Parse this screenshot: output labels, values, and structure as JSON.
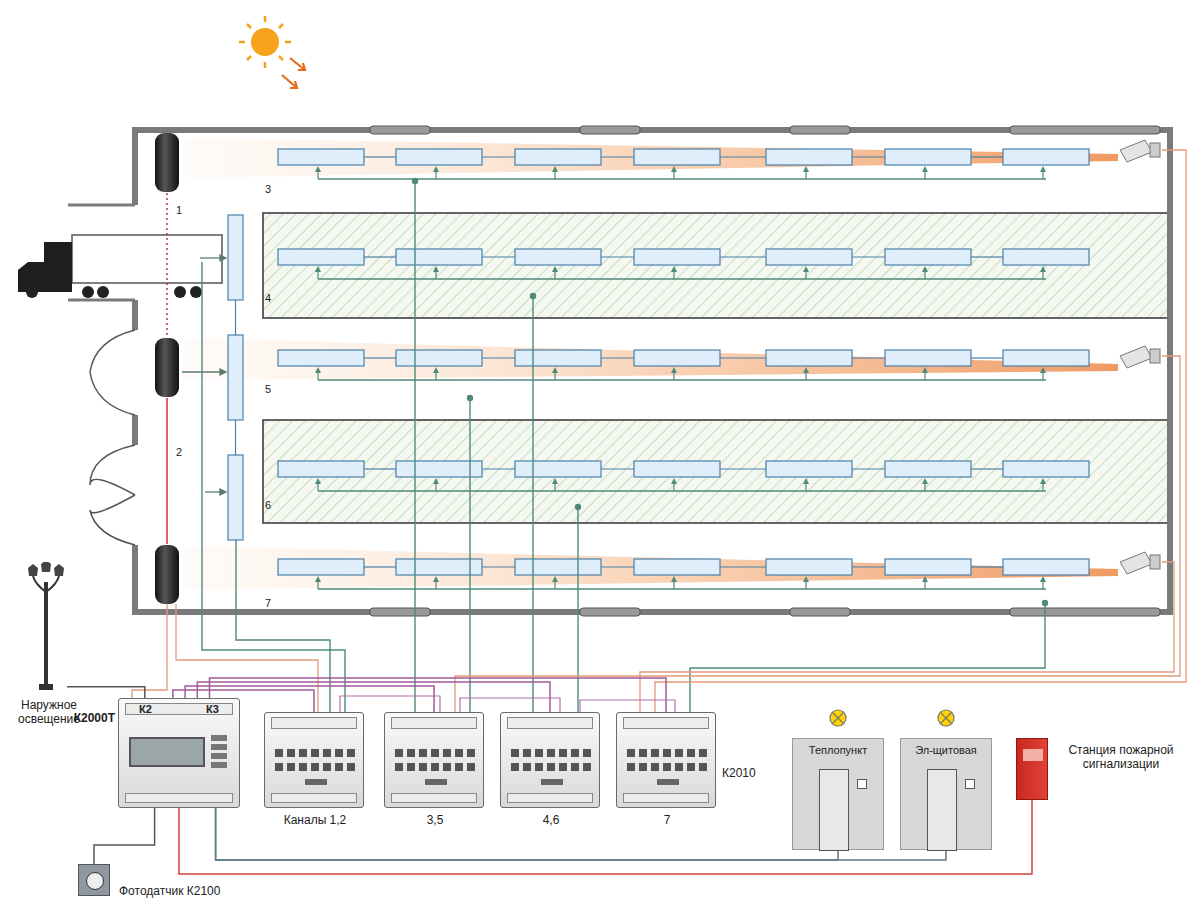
{
  "diagram": {
    "nodes": [
      {
        "text": [
          "Наружное освещение"
        ]
      },
      {
        "text": [
          "К2000Т"
        ]
      },
      {
        "text": [
          "Каналы 1,2"
        ]
      },
      {
        "text": [
          "3,5"
        ]
      },
      {
        "text": [
          "4,6"
        ]
      },
      {
        "text": [
          "7"
        ]
      },
      {
        "text": [
          "Теплопункт"
        ]
      },
      {
        "text": [
          "Эл-щитовая"
        ]
      },
      {
        "text": [
          "Станция пожарной сигнализации"
        ]
      },
      {
        "text": [
          "Фотодатчик К2100"
        ]
      }
    ],
    "edges": [
      {
        "from": 0,
        "to": 1,
        "arrow": "none"
      },
      {
        "from": 1,
        "to": 2,
        "arrow": "none"
      },
      {
        "from": 1,
        "to": 3,
        "arrow": "none"
      },
      {
        "from": 1,
        "to": 4,
        "arrow": "none"
      },
      {
        "from": 1,
        "to": 5,
        "arrow": "none"
      },
      {
        "from": 1,
        "to": 6,
        "arrow": "none"
      },
      {
        "from": 1,
        "to": 7,
        "arrow": "none"
      },
      {
        "from": 1,
        "to": 8,
        "arrow": "none"
      },
      {
        "from": 9,
        "to": 1,
        "arrow": "none"
      }
    ],
    "labels": [
      "1",
      "2",
      "3",
      "4",
      "5",
      "6",
      "7",
      "К2",
      "К3",
      "К2010"
    ]
  }
}
